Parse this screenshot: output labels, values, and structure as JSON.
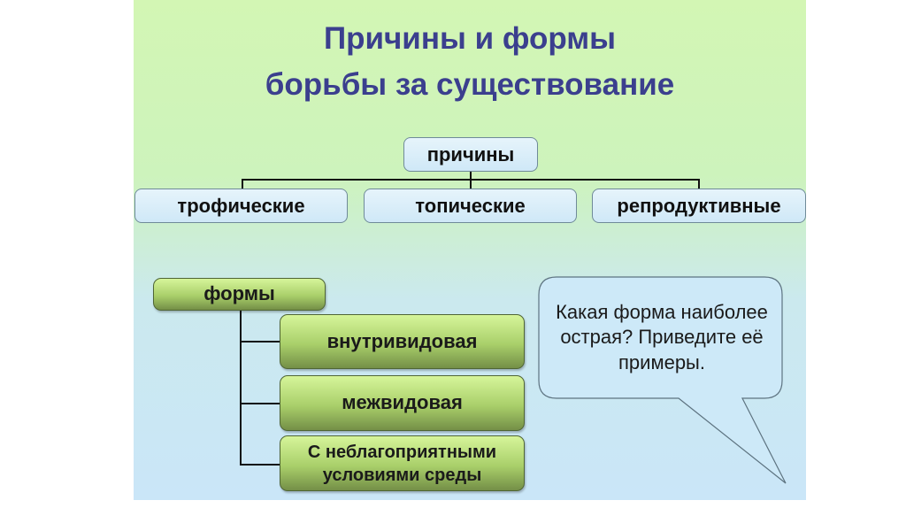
{
  "title": {
    "line1": "Причины и формы",
    "line2": "борьбы за существование"
  },
  "causes": {
    "root": "причины",
    "items": [
      "трофические",
      "топические",
      "репродуктивные"
    ]
  },
  "forms": {
    "root": "формы",
    "items": [
      "внутривидовая",
      "межвидовая",
      "С неблагоприятными условиями среды"
    ]
  },
  "callout": {
    "text": "Какая форма наиболее острая? Приведите её примеры."
  },
  "colors": {
    "title": "#3b3f8e",
    "blue_box": "#d9eefa",
    "green_box": "#a9cf6a"
  }
}
